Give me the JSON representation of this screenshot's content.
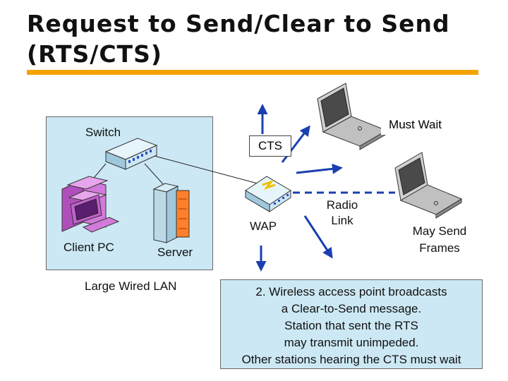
{
  "title": {
    "line1": "Request to Send/Clear to Send",
    "line2": "(RTS/CTS)"
  },
  "labels": {
    "switch": "Switch",
    "client_pc": "Client PC",
    "server": "Server",
    "large_wired_lan": "Large Wired LAN",
    "cts": "CTS",
    "wap": "WAP",
    "radio_link": "Radio\nLink",
    "must_wait": "Must Wait",
    "may_send_frames": "May Send\nFrames"
  },
  "description": {
    "lines": [
      "2. Wireless access point broadcasts",
      "a Clear-to-Send message.",
      "Station that sent the RTS",
      "may transmit unimpeded.",
      "Other stations hearing the CTS must wait"
    ]
  },
  "colors": {
    "title_rule": "#f5a300",
    "lan_background": "#cce8f4",
    "arrow": "#1a3fb0",
    "radio_dash": "#1a3fb0",
    "wap_body": "#cde6f2",
    "switch_body": "#cde6f2",
    "pc_body": "#d27ad9",
    "server_body": "#ff7f2a"
  },
  "icons": [
    "switch-icon",
    "client-pc-icon",
    "server-icon",
    "wap-icon",
    "laptop-icon",
    "arrow-icon"
  ]
}
